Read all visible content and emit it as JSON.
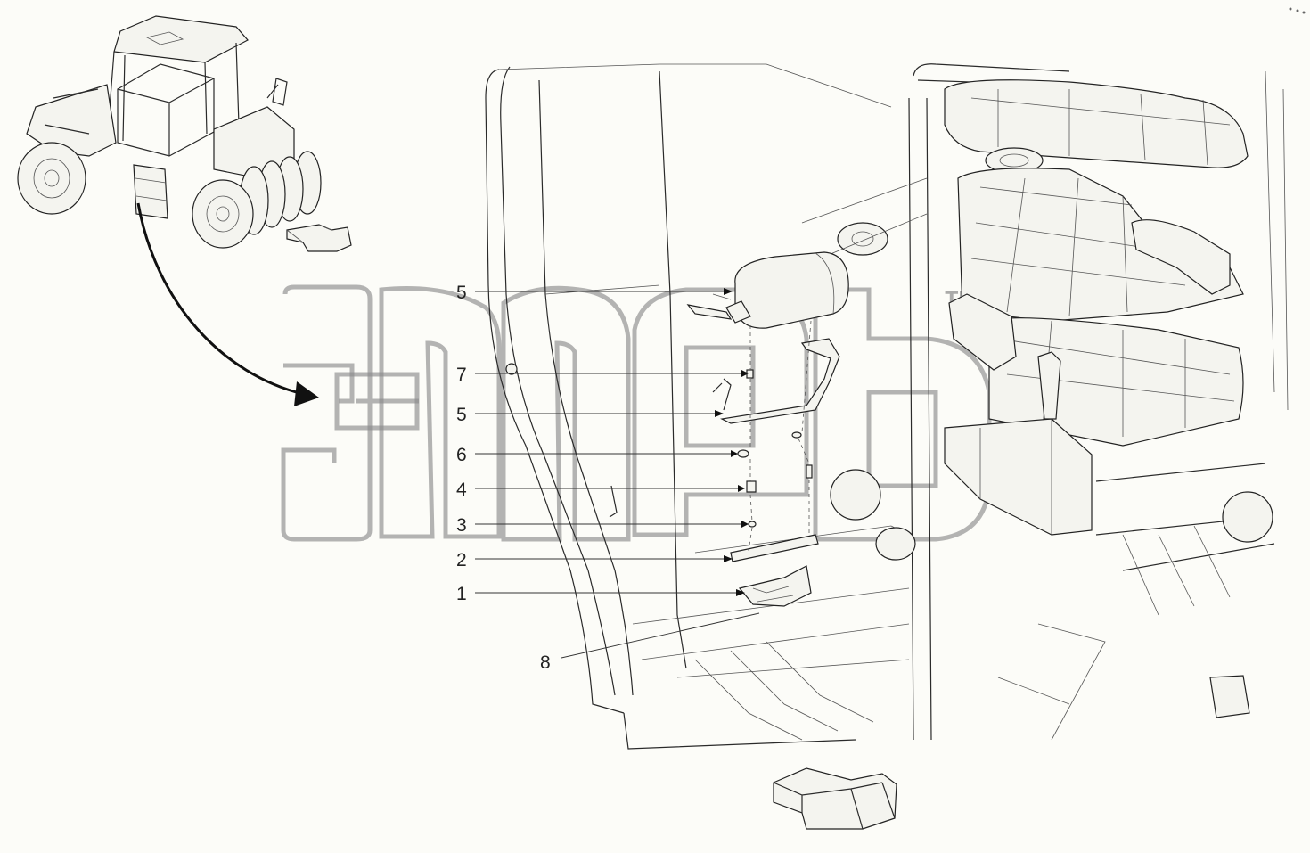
{
  "callouts": [
    {
      "id": "c5a",
      "label": "5"
    },
    {
      "id": "c7",
      "label": "7"
    },
    {
      "id": "c5b",
      "label": "5"
    },
    {
      "id": "c6",
      "label": "6"
    },
    {
      "id": "c4",
      "label": "4"
    },
    {
      "id": "c3",
      "label": "3"
    },
    {
      "id": "c2",
      "label": "2"
    },
    {
      "id": "c1",
      "label": "1"
    },
    {
      "id": "c8",
      "label": "8"
    }
  ],
  "watermark": {
    "symbol": "™"
  }
}
